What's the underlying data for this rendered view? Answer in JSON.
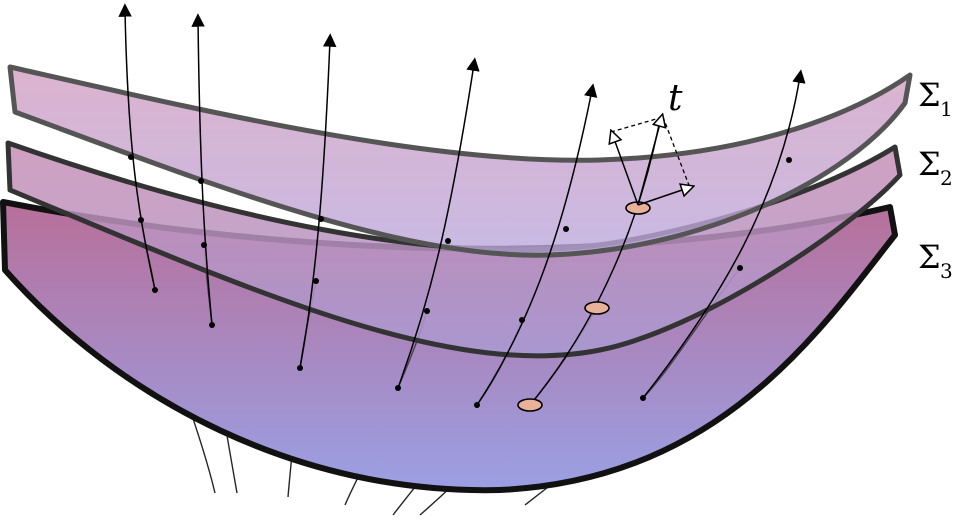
{
  "diagram": {
    "surfaces": [
      {
        "sym": "Σ",
        "sub": "1"
      },
      {
        "sym": "Σ",
        "sub": "2"
      },
      {
        "sym": "Σ",
        "sub": "3"
      }
    ],
    "time_label": "t"
  },
  "colors": {
    "surface_top": "#c88fb0",
    "surface_bottom": "#9b9ee0",
    "outline_light": "#555555",
    "outline_dark": "#111111",
    "cell_fill": "#e9b09a",
    "line": "#000000"
  }
}
